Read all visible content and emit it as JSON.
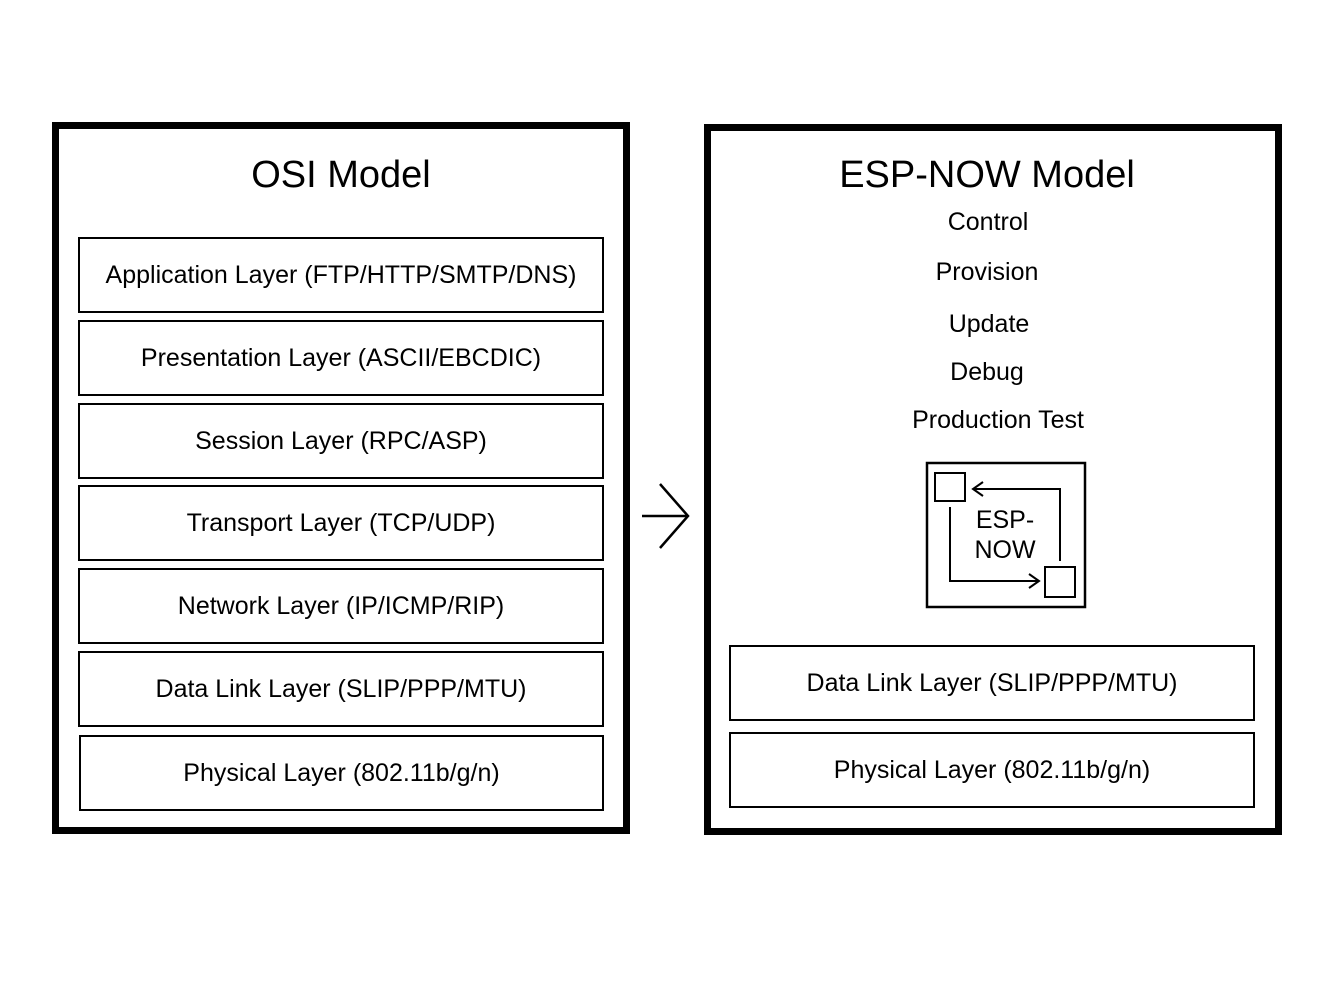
{
  "osi": {
    "title": "OSI Model",
    "layers": [
      "Application Layer (FTP/HTTP/SMTP/DNS)",
      "Presentation Layer (ASCII/EBCDIC)",
      "Session Layer (RPC/ASP)",
      "Transport Layer (TCP/UDP)",
      "Network Layer (IP/ICMP/RIP)",
      "Data Link Layer (SLIP/PPP/MTU)",
      "Physical Layer (802.11b/g/n)"
    ]
  },
  "esp": {
    "title": "ESP-NOW Model",
    "use_cases": [
      "Control",
      "Provision",
      "Update",
      "Debug",
      "Production Test"
    ],
    "icon_label": "ESP-\nNOW",
    "layers": [
      "Data Link Layer (SLIP/PPP/MTU)",
      "Physical Layer (802.11b/g/n)"
    ]
  }
}
